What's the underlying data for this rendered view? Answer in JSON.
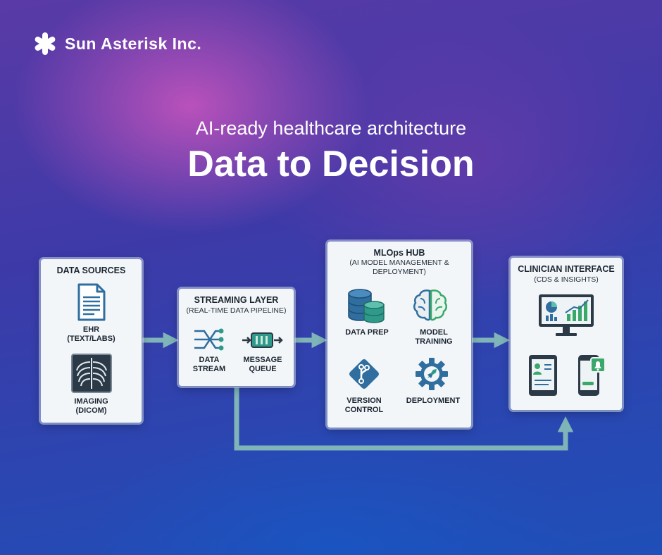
{
  "brand": {
    "name": "Sun Asterisk Inc.",
    "logo_icon": "asterisk-logo-icon"
  },
  "header": {
    "subtitle": "AI-ready healthcare architecture",
    "title": "Data to Decision"
  },
  "colors": {
    "card_bg": "#f3f6f9",
    "arrow": "#7fb4b8",
    "icon_blue": "#2f6e9e",
    "icon_teal": "#2f9a8a",
    "icon_green": "#3aa86a"
  },
  "data_sources": {
    "title": "DATA SOURCES",
    "items": [
      {
        "icon": "document-icon",
        "label_line1": "EHR",
        "label_line2": "(TEXT/LABS)"
      },
      {
        "icon": "xray-icon",
        "label_line1": "IMAGING",
        "label_line2": "(DICOM)"
      }
    ]
  },
  "streaming": {
    "title": "STREAMING LAYER",
    "subtitle": "(REAL-TIME DATA PIPELINE)",
    "items": [
      {
        "icon": "data-stream-icon",
        "label_line1": "DATA",
        "label_line2": "STREAM"
      },
      {
        "icon": "message-queue-icon",
        "label_line1": "MESSAGE",
        "label_line2": "QUEUE"
      }
    ]
  },
  "mlops": {
    "title": "MLOps HUB",
    "subtitle_line1": "(AI MODEL MANAGEMENT &",
    "subtitle_line2": "DEPLOYMENT)",
    "items": [
      {
        "icon": "database-icon",
        "label_line1": "DATA PREP",
        "label_line2": ""
      },
      {
        "icon": "brain-icon",
        "label_line1": "MODEL",
        "label_line2": "TRAINING"
      },
      {
        "icon": "git-branch-icon",
        "label_line1": "VERSION",
        "label_line2": "CONTROL"
      },
      {
        "icon": "gear-rocket-icon",
        "label_line1": "DEPLOYMENT",
        "label_line2": ""
      }
    ]
  },
  "clinician": {
    "title": "CLINICIAN INTERFACE",
    "subtitle": "(CDS & INSIGHTS)",
    "items": [
      {
        "icon": "dashboard-monitor-icon"
      },
      {
        "icon": "tablet-profile-icon"
      },
      {
        "icon": "phone-alert-icon"
      }
    ]
  }
}
